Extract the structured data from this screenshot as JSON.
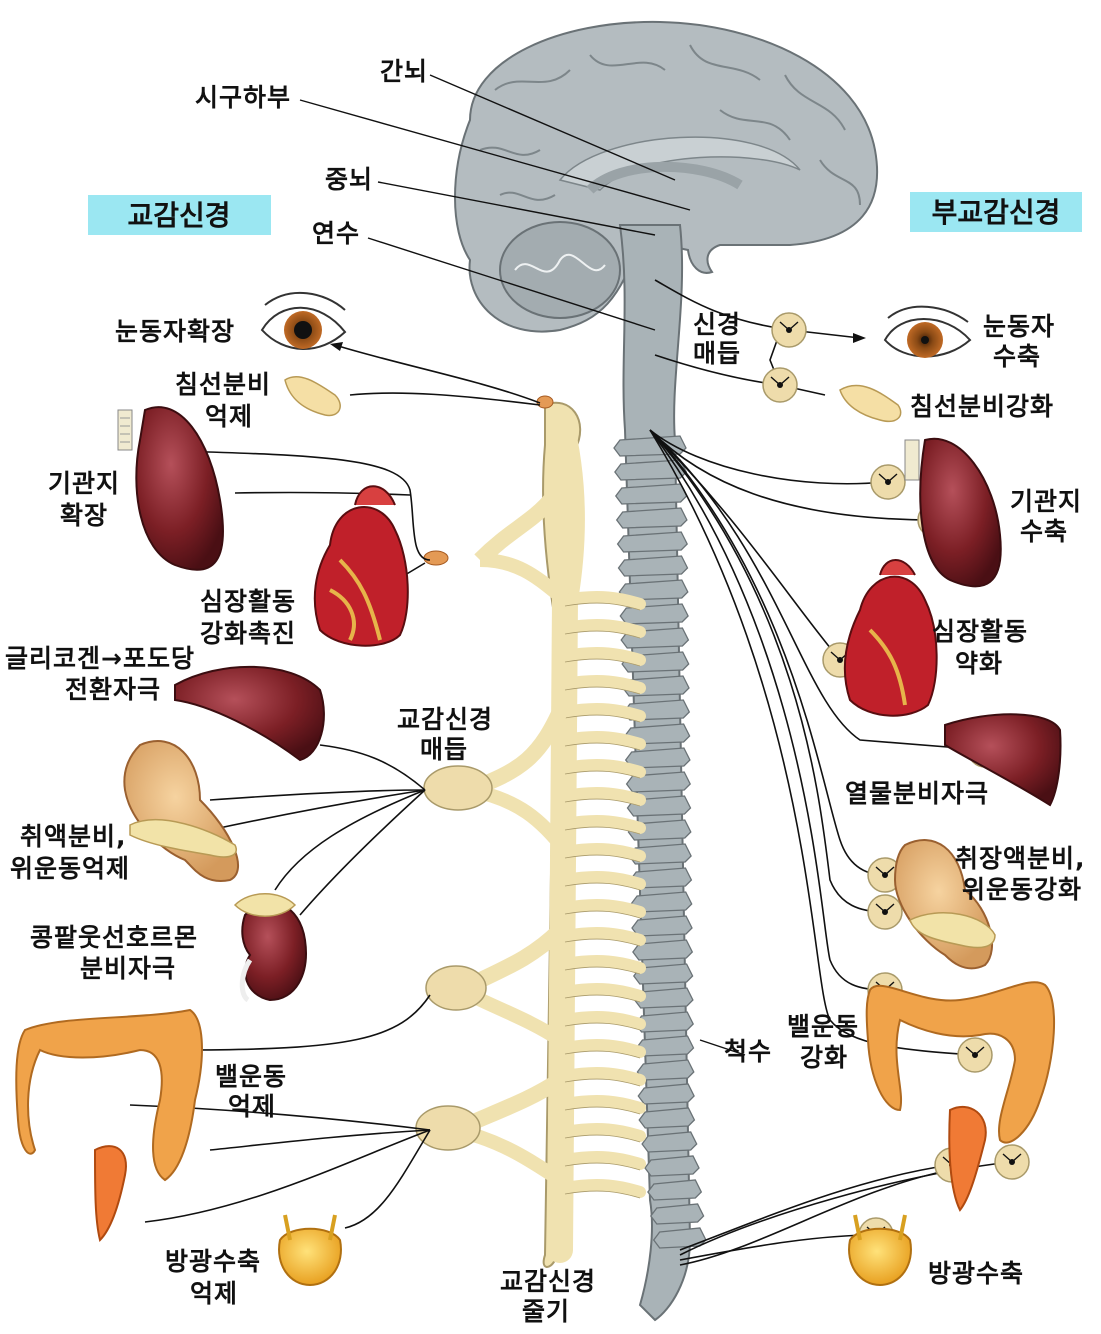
{
  "headers": {
    "sympathetic": "교감신경",
    "parasympathetic": "부교감신경"
  },
  "brain_labels": {
    "thalamus": "간뇌",
    "hypothalamus": "시구하부",
    "midbrain": "중뇌",
    "medulla": "연수"
  },
  "sympathetic_labels": {
    "pupil": "눈동자확장",
    "saliva": [
      "침선분비",
      "억제"
    ],
    "bronchi": [
      "기관지",
      "확장"
    ],
    "heart": [
      "심장활동",
      "강화촉진"
    ],
    "liver": [
      "글리코겐→포도당",
      "전환자극"
    ],
    "ganglion": [
      "교감신경",
      "매듭"
    ],
    "pancreas": [
      "취액분비,",
      "위운동억제"
    ],
    "adrenal": [
      "콩팥웃선호르몬",
      "분비자극"
    ],
    "intestine": [
      "밸운동",
      "억제"
    ],
    "bladder": [
      "방광수축",
      "억제"
    ],
    "trunk": [
      "교감신경",
      "줄기"
    ]
  },
  "parasympathetic_labels": {
    "ganglion": [
      "신경",
      "매듭"
    ],
    "pupil": [
      "눈동자",
      "수축"
    ],
    "saliva": "침선분비강화",
    "bronchi": [
      "기관지",
      "수축"
    ],
    "heart": [
      "심장활동",
      "약화"
    ],
    "bile": "열물분비자극",
    "pancreas": [
      "취장액분비,",
      "위운동강화"
    ],
    "intestine": [
      "밸운동",
      "강화"
    ],
    "bladder": "방광수축",
    "spinal_cord": "척수"
  },
  "colors": {
    "header_bg": "#9be7f2",
    "brain": "#b4bcc0",
    "spine": "#a9b3b7",
    "nerve_trunk": "#f0e2b0",
    "ganglion_fill": "#eedcab",
    "organ_red": "#7c1f25",
    "intestine": "#f0a34a"
  }
}
